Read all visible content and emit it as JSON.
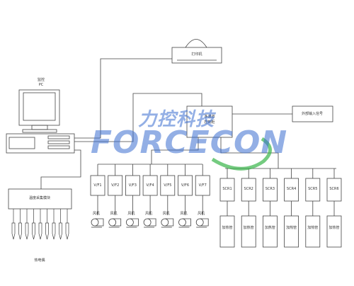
{
  "labels": {
    "printer": "打印机",
    "pc_title": "监控",
    "pc_sub": "PC",
    "center_line1": "多通道",
    "center_line2": "控制柜",
    "signal": "外部输入信号",
    "temp_module": "温度采集模块",
    "thermo_label": "热电偶",
    "vf": [
      "V/F1",
      "V/F2",
      "V/F3",
      "V/F4",
      "V/F5",
      "V/F6",
      "V/F7"
    ],
    "fan": "风机",
    "scr": [
      "SCR1",
      "SCR2",
      "SCR3",
      "SCR4",
      "SCR5",
      "SCR6"
    ],
    "heater": "加热管"
  },
  "watermark": {
    "cn": "力控科技",
    "en": "FORCECON"
  },
  "colors": {
    "line": "#444444",
    "watermark": "#3b6fd1",
    "swoosh": "#39b54a"
  }
}
